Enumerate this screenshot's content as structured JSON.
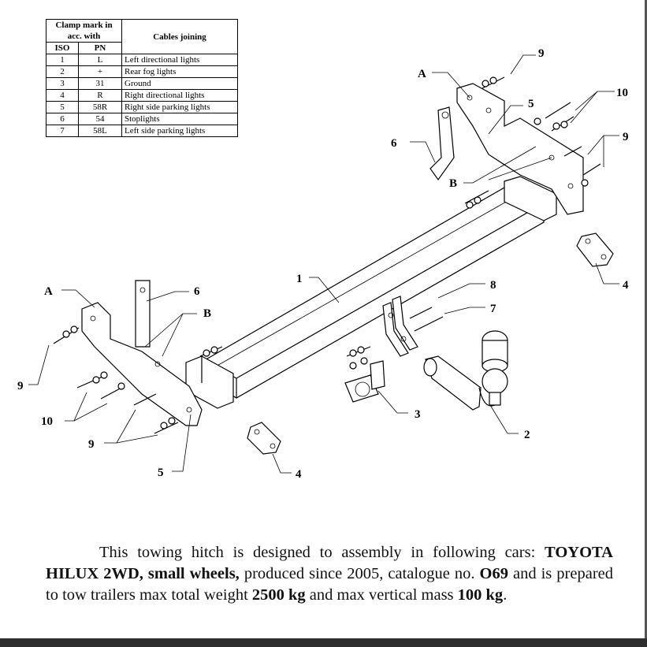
{
  "table": {
    "header_clamp": "Clamp mark in acc. with",
    "header_cables": "Cables joining",
    "col_iso": "ISO",
    "col_pn": "PN",
    "rows": [
      {
        "iso": "1",
        "pn": "L",
        "desc": "Left directional lights"
      },
      {
        "iso": "2",
        "pn": "+",
        "desc": "Rear fog lights"
      },
      {
        "iso": "3",
        "pn": "31",
        "desc": "Ground"
      },
      {
        "iso": "4",
        "pn": "R",
        "desc": "Right directional lights"
      },
      {
        "iso": "5",
        "pn": "58R",
        "desc": "Right side parking lights"
      },
      {
        "iso": "6",
        "pn": "54",
        "desc": "Stoplights"
      },
      {
        "iso": "7",
        "pn": "58L",
        "desc": "Left side parking lights"
      }
    ]
  },
  "labels": {
    "a1": "A",
    "a2": "A",
    "b1": "B",
    "b2": "B",
    "n1": "1",
    "n2": "2",
    "n3": "3",
    "n4a": "4",
    "n4b": "4",
    "n5a": "5",
    "n5b": "5",
    "n6a": "6",
    "n6b": "6",
    "n7": "7",
    "n8": "8",
    "n9a": "9",
    "n9b": "9",
    "n9c": "9",
    "n9d": "9",
    "n10a": "10",
    "n10b": "10"
  },
  "description": {
    "p1": "This towing hitch is designed to assembly in following cars:",
    "car": "TOYOTA HILUX 2WD, small wheels,",
    "p2": " produced since 2005, catalogue no. ",
    "catalogue": "O69",
    "p3": " and is prepared to tow trailers max total weight ",
    "weight": "2500 kg",
    "p4": " and max vertical mass ",
    "vmass": "100 kg",
    "p5": "."
  }
}
